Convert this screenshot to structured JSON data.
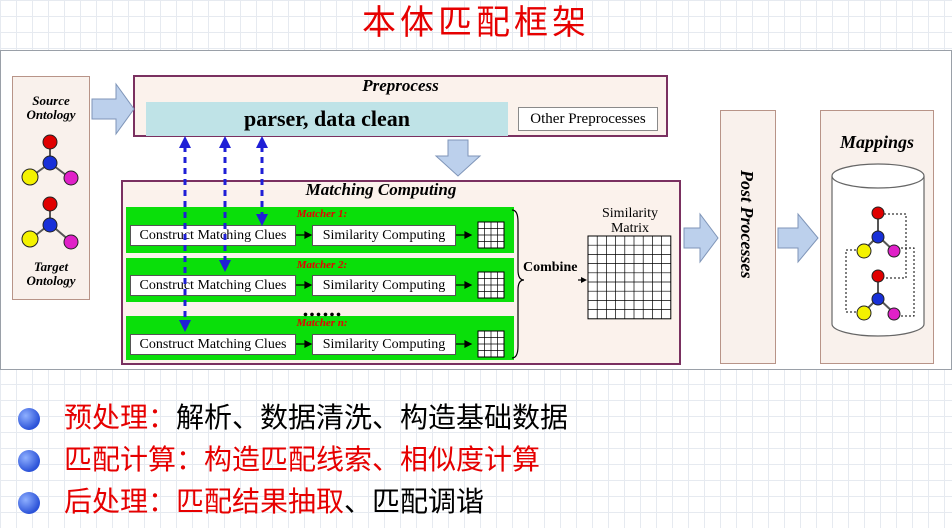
{
  "title": "本体匹配框架",
  "source_ontology": "Source Ontology",
  "target_ontology": "Target Ontology",
  "preprocess": {
    "title": "Preprocess",
    "parser": "parser, data clean",
    "other": "Other Preprocesses"
  },
  "matching": {
    "title": "Matching Computing",
    "matchers": [
      {
        "label": "Matcher 1:",
        "clues": "Construct Matching Clues",
        "similarity": "Similarity Computing"
      },
      {
        "label": "Matcher 2:",
        "clues": "Construct Matching Clues",
        "similarity": "Similarity Computing"
      },
      {
        "label": "Matcher n:",
        "clues": "Construct Matching Clues",
        "similarity": "Similarity Computing"
      }
    ],
    "ellipsis": "……",
    "combine": "Combine",
    "matrix_label": "Similarity Matrix"
  },
  "post_processes": "Post Processes",
  "mappings": "Mappings",
  "colors": {
    "arrow_fill": "#bcd0ec",
    "matcher_green": "#0adf0a",
    "red_text": "#e60000",
    "frame_purple": "#7a3060",
    "dashed_blue": "#1f1fd6"
  },
  "bullets": [
    {
      "head": "预处理：",
      "body_red": "",
      "body": "解析、数据清洗、构造基础数据"
    },
    {
      "head": "匹配计算：",
      "body_red": "构造匹配线索、相似度计算",
      "body": ""
    },
    {
      "head": "后处理：",
      "body_red": "匹配结果抽取",
      "body": "、匹配调谐"
    }
  ]
}
